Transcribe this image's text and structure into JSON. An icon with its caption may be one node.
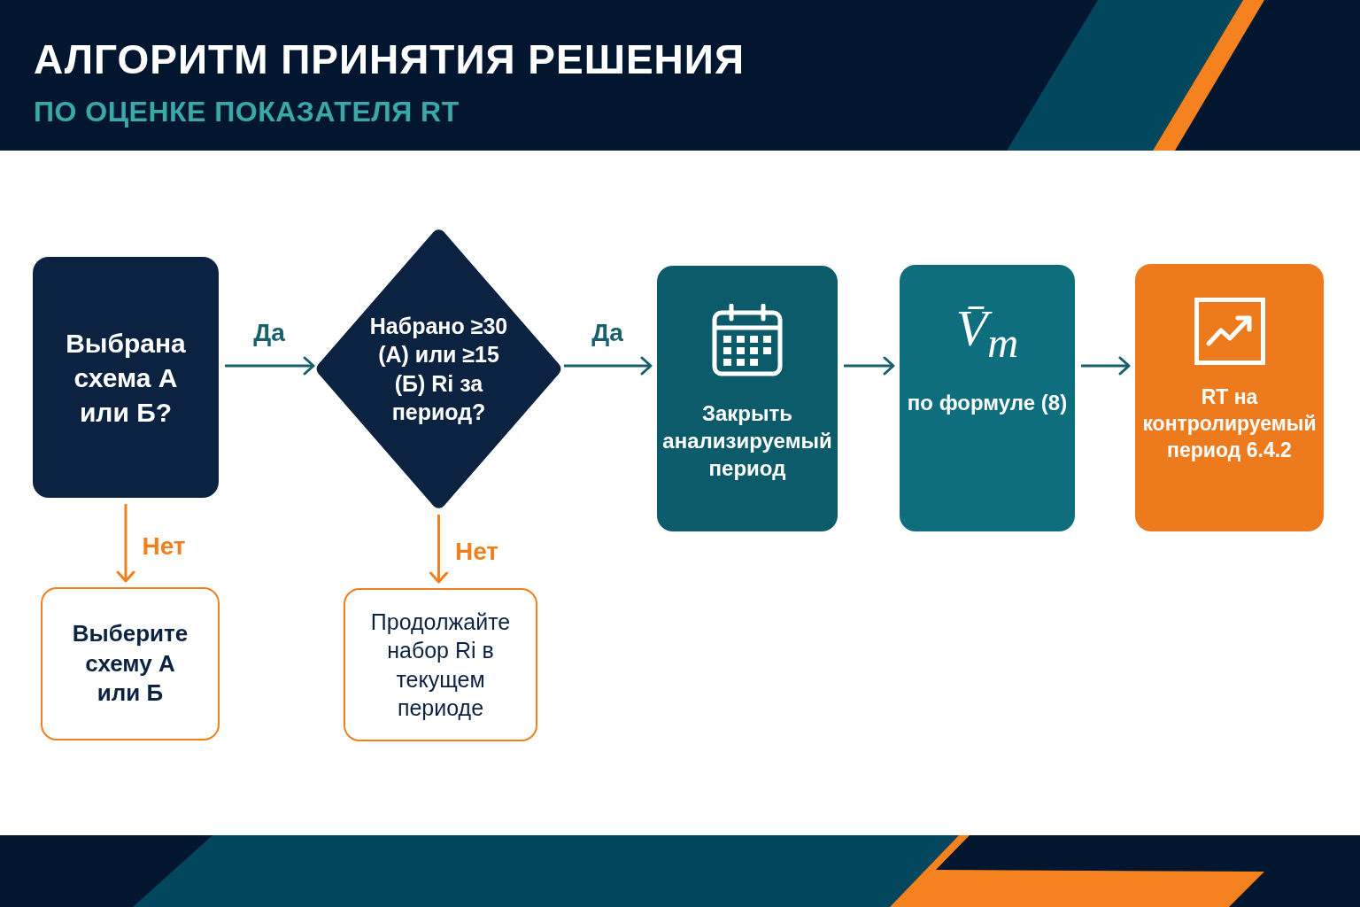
{
  "diagram": {
    "title": "АЛГОРИТМ ПРИНЯТИЯ РЕШЕНИЯ",
    "nodes": [
      {
        "text": [
          "Выбрана схема А или Б?"
        ]
      },
      {
        "text": [
          "Набрано ≥30 (А) или ≥15 (Б) Ri за период?"
        ]
      },
      {
        "text": [
          "Закрыть анализируемый период"
        ]
      },
      {
        "text": [
          "V̄$_{m}$",
          "по формуле (8)"
        ]
      },
      {
        "text": [
          "RT на контролируемый период 6.4.2"
        ]
      },
      {
        "text": [
          "Выберите схему А или Б"
        ]
      },
      {
        "text": [
          "Продолжайте набор Ri в текущем периоде"
        ]
      }
    ],
    "edges": [
      {
        "from": 0,
        "to": 1,
        "arrow": "to",
        "label": "Да"
      },
      {
        "from": 1,
        "to": 2,
        "arrow": "to",
        "label": "Да"
      },
      {
        "from": 2,
        "to": 3,
        "arrow": "to"
      },
      {
        "from": 3,
        "to": 4,
        "arrow": "to"
      },
      {
        "from": 0,
        "to": 5,
        "arrow": "to",
        "label": "Нет",
        "color": "#f07f1e"
      },
      {
        "from": 1,
        "to": 6,
        "arrow": "to",
        "label": "Нет",
        "color": "#f07f1e"
      }
    ],
    "labels": [
      "ПО ОЦЕНКЕ ПОКАЗАТЕЛЯ RT"
    ]
  }
}
